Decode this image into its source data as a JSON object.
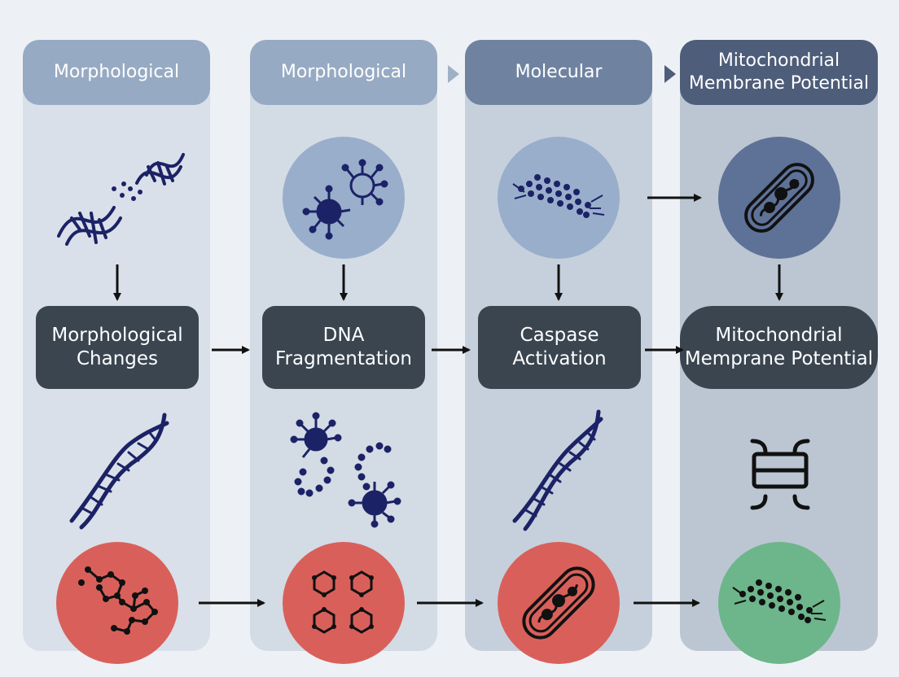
{
  "columns": [
    {
      "header": [
        "Morphological"
      ],
      "box": [
        "Morphological",
        "Changes"
      ],
      "colors": {
        "header": "#97aac3"
      }
    },
    {
      "header": [
        "Morphological"
      ],
      "box": [
        "DNA",
        "Fragmentation"
      ],
      "colors": {
        "header": "#97aac3"
      }
    },
    {
      "header": [
        "Molecular"
      ],
      "box": [
        "Caspase",
        "Activation"
      ],
      "colors": {
        "header": "#6f83a1"
      }
    },
    {
      "header": [
        "Mitochondrial",
        "Membrane Potential"
      ],
      "box": [
        "Mitochondrial",
        "Memprane Potential"
      ],
      "colors": {
        "header": "#4d5d7a"
      }
    }
  ],
  "icons": {
    "row1": [
      "broken-dna-icon",
      "virus-cluster-icon",
      "dotted-cluster-icon",
      "mitochondrion-icon"
    ],
    "row3": [
      "dna-helix-icon",
      "scattered-virus-icon",
      "dna-helix-icon",
      "fragment-bracket-icon"
    ],
    "row4": [
      "molecule-network-icon",
      "hexagon-grid-icon",
      "mitochondrion-icon",
      "dotted-cluster-icon"
    ]
  },
  "colors": {
    "background": "#edf1f5",
    "box": "#3a4550",
    "icon_dark": "#1c2266",
    "circle_blue_light": "#98aecb",
    "circle_blue_dark": "#5e7298",
    "circle_red": "#d9605a",
    "circle_green": "#6db58a"
  }
}
